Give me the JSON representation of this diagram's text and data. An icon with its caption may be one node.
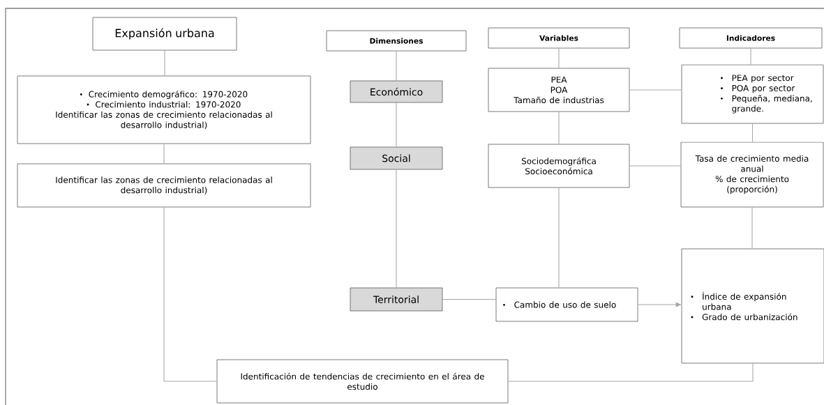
{
  "diagram": {
    "nodes": [
      {
        "text": [
          "Expansión urbana"
        ]
      },
      {
        "text": [
          "Crecimiento demográfico: 1970-2020",
          "Crecimiento industrial: 1970-2020",
          "Identificar las zonas de crecimiento relacionadas al desarrollo industrial)"
        ]
      },
      {
        "text": [
          "Identificar las zonas de crecimiento relacionadas al desarrollo industrial)"
        ]
      },
      {
        "text": [
          "Dimensiones"
        ]
      },
      {
        "text": [
          "Económico"
        ]
      },
      {
        "text": [
          "Social"
        ]
      },
      {
        "text": [
          "Territorial"
        ]
      },
      {
        "text": [
          "Variables"
        ]
      },
      {
        "text": [
          "PEA",
          "POA",
          "Tamaño de industrias"
        ]
      },
      {
        "text": [
          "Sociodemográfica",
          "Socioeconómica"
        ]
      },
      {
        "text": [
          "Cambio de uso de suelo"
        ]
      },
      {
        "text": [
          "Indicadores"
        ]
      },
      {
        "text": [
          "PEA por sector",
          "POA por sector",
          "Pequeña, mediana, grande."
        ]
      },
      {
        "text": [
          "Tasa de crecimiento media anual",
          "% de crecimiento (proporción)"
        ]
      },
      {
        "text": [
          "Índice de expansión urbana",
          "Grado de urbanización"
        ]
      },
      {
        "text": [
          "Identificación de tendencias de crecimiento en el área de estudio"
        ]
      }
    ],
    "edges": [
      {
        "from": 0,
        "to": 1,
        "arrow": "none"
      },
      {
        "from": 1,
        "to": 2,
        "arrow": "none"
      },
      {
        "from": 2,
        "to": 15,
        "arrow": "none"
      },
      {
        "from": 3,
        "to": 4,
        "arrow": "none"
      },
      {
        "from": 4,
        "to": 5,
        "arrow": "none"
      },
      {
        "from": 5,
        "to": 6,
        "arrow": "none"
      },
      {
        "from": 7,
        "to": 8,
        "arrow": "none"
      },
      {
        "from": 8,
        "to": 9,
        "arrow": "none"
      },
      {
        "from": 9,
        "to": 10,
        "arrow": "none"
      },
      {
        "from": 8,
        "to": 12,
        "arrow": "none"
      },
      {
        "from": 9,
        "to": 13,
        "arrow": "none"
      },
      {
        "from": 11,
        "to": 12,
        "arrow": "none"
      },
      {
        "from": 12,
        "to": 13,
        "arrow": "none"
      },
      {
        "from": 13,
        "to": 14,
        "arrow": "none"
      },
      {
        "from": 6,
        "to": 10,
        "arrow": "none"
      },
      {
        "from": 10,
        "to": 14,
        "arrow": "to"
      },
      {
        "from": 14,
        "to": 15,
        "arrow": "none"
      }
    ]
  }
}
